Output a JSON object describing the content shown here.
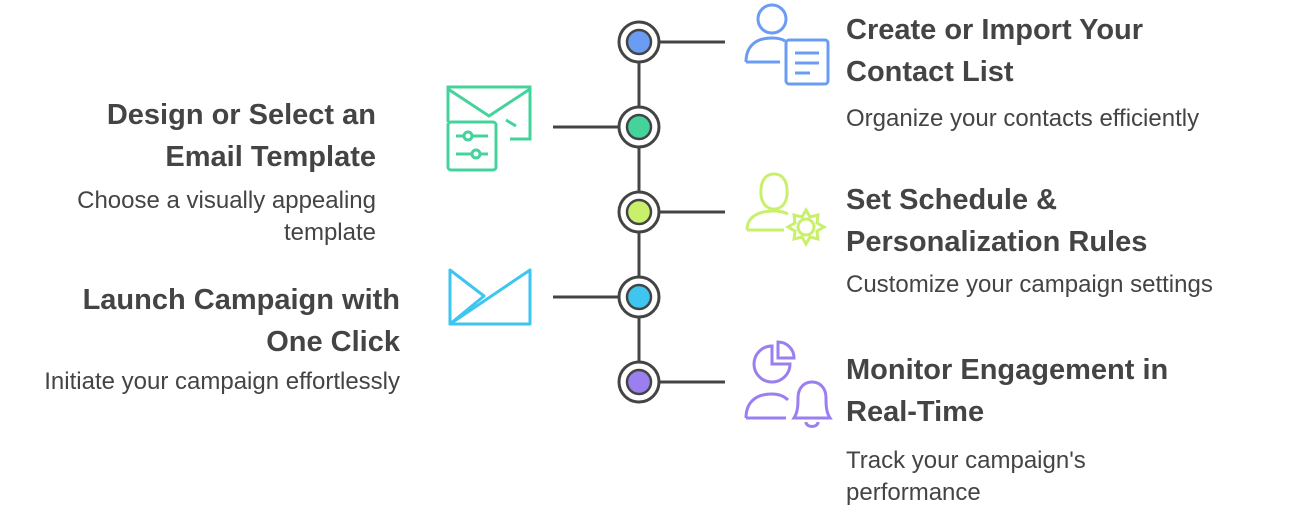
{
  "steps": [
    {
      "title": "Create or Import Your Contact List",
      "description": "Organize your contacts efficiently",
      "color": "#6b9cf4",
      "icon": "contact-list-icon"
    },
    {
      "title": "Design or Select an Email Template",
      "description": "Choose a visually appealing template",
      "color": "#44d39b",
      "icon": "email-template-icon"
    },
    {
      "title": "Set Schedule & Personalization Rules",
      "description": "Customize your campaign settings",
      "color": "#c9f06a",
      "icon": "user-settings-icon"
    },
    {
      "title": "Launch Campaign with One Click",
      "description": "Initiate your campaign effortlessly",
      "color": "#3ec5f0",
      "icon": "send-icon"
    },
    {
      "title": "Monitor Engagement in Real-Time",
      "description": "Track your campaign's performance",
      "color": "#9b7ff0",
      "icon": "monitor-bell-icon"
    }
  ]
}
